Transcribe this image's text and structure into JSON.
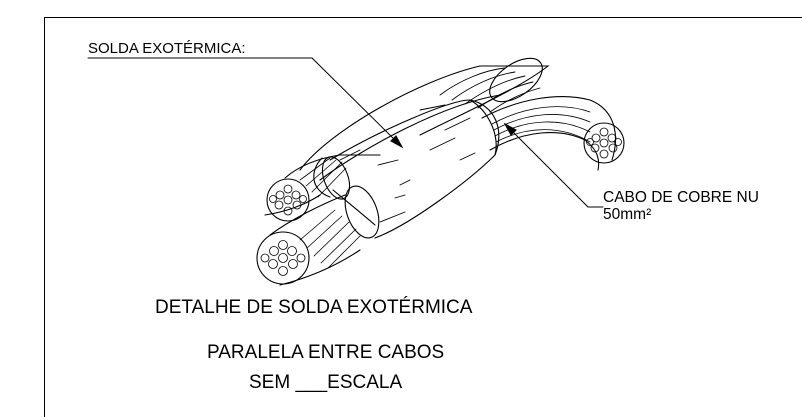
{
  "labels": {
    "weld": "SOLDA EXOTÉRMICA:",
    "cable_line1": "CABO DE COBRE NU",
    "cable_line2": "50mm²"
  },
  "title_block": {
    "title": "DETALHE DE SOLDA EXOTÉRMICA",
    "subtitle": "PARALELA ENTRE CABOS",
    "scale": "SEM ___ESCALA"
  },
  "colors": {
    "stroke": "#000000",
    "background": "#ffffff"
  }
}
